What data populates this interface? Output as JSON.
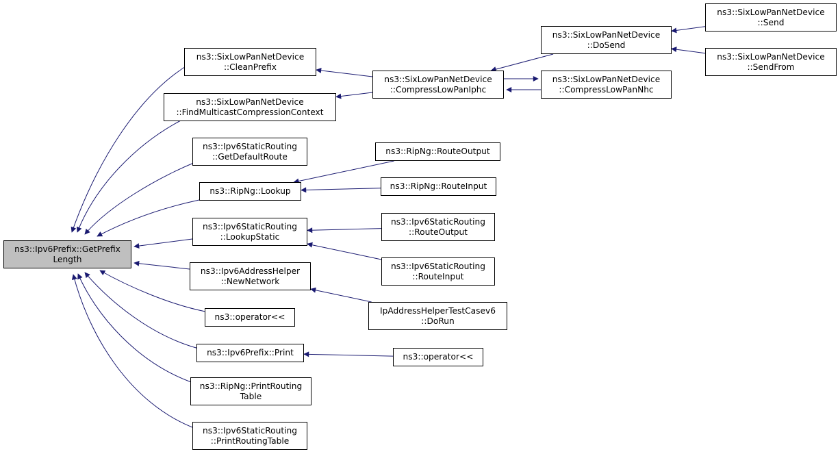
{
  "graph": {
    "root": {
      "id": "root",
      "lines": [
        "ns3::Ipv6Prefix::GetPrefix",
        "Length"
      ]
    },
    "nodes": [
      {
        "id": "cleanprefix",
        "lines": [
          "ns3::SixLowPanNetDevice",
          "::CleanPrefix"
        ]
      },
      {
        "id": "findmulticast",
        "lines": [
          "ns3::SixLowPanNetDevice",
          "::FindMulticastCompressionContext"
        ]
      },
      {
        "id": "getdefaultroute",
        "lines": [
          "ns3::Ipv6StaticRouting",
          "::GetDefaultRoute"
        ]
      },
      {
        "id": "ripnglookup",
        "lines": [
          "ns3::RipNg::Lookup"
        ]
      },
      {
        "id": "lookupstatic",
        "lines": [
          "ns3::Ipv6StaticRouting",
          "::LookupStatic"
        ]
      },
      {
        "id": "newnetwork",
        "lines": [
          "ns3::Ipv6AddressHelper",
          "::NewNetwork"
        ]
      },
      {
        "id": "operator1",
        "lines": [
          "ns3::operator<<"
        ]
      },
      {
        "id": "prefixprint",
        "lines": [
          "ns3::Ipv6Prefix::Print"
        ]
      },
      {
        "id": "ripngprinttable",
        "lines": [
          "ns3::RipNg::PrintRouting",
          "Table"
        ]
      },
      {
        "id": "staticprinttable",
        "lines": [
          "ns3::Ipv6StaticRouting",
          "::PrintRoutingTable"
        ]
      },
      {
        "id": "compressiphc",
        "lines": [
          "ns3::SixLowPanNetDevice",
          "::CompressLowPanIphc"
        ]
      },
      {
        "id": "ripngrouteoutput",
        "lines": [
          "ns3::RipNg::RouteOutput"
        ]
      },
      {
        "id": "ripngrouteinput",
        "lines": [
          "ns3::RipNg::RouteInput"
        ]
      },
      {
        "id": "staticrouteoutput",
        "lines": [
          "ns3::Ipv6StaticRouting",
          "::RouteOutput"
        ]
      },
      {
        "id": "staticrouteinput",
        "lines": [
          "ns3::Ipv6StaticRouting",
          "::RouteInput"
        ]
      },
      {
        "id": "testcase",
        "lines": [
          "IpAddressHelperTestCasev6",
          "::DoRun"
        ]
      },
      {
        "id": "operator2",
        "lines": [
          "ns3::operator<<"
        ]
      },
      {
        "id": "dosend",
        "lines": [
          "ns3::SixLowPanNetDevice",
          "::DoSend"
        ]
      },
      {
        "id": "compressnhc",
        "lines": [
          "ns3::SixLowPanNetDevice",
          "::CompressLowPanNhc"
        ]
      },
      {
        "id": "send",
        "lines": [
          "ns3::SixLowPanNetDevice",
          "::Send"
        ]
      },
      {
        "id": "sendfrom",
        "lines": [
          "ns3::SixLowPanNetDevice",
          "::SendFrom"
        ]
      }
    ],
    "edges": [
      [
        "cleanprefix",
        "root"
      ],
      [
        "findmulticast",
        "root"
      ],
      [
        "getdefaultroute",
        "root"
      ],
      [
        "ripnglookup",
        "root"
      ],
      [
        "lookupstatic",
        "root"
      ],
      [
        "newnetwork",
        "root"
      ],
      [
        "operator1",
        "root"
      ],
      [
        "prefixprint",
        "root"
      ],
      [
        "ripngprinttable",
        "root"
      ],
      [
        "staticprinttable",
        "root"
      ],
      [
        "compressiphc",
        "cleanprefix"
      ],
      [
        "compressiphc",
        "findmulticast"
      ],
      [
        "ripngrouteoutput",
        "ripnglookup"
      ],
      [
        "ripngrouteinput",
        "ripnglookup"
      ],
      [
        "staticrouteoutput",
        "lookupstatic"
      ],
      [
        "staticrouteinput",
        "lookupstatic"
      ],
      [
        "testcase",
        "newnetwork"
      ],
      [
        "operator2",
        "prefixprint"
      ],
      [
        "dosend",
        "compressiphc"
      ],
      [
        "compressnhc",
        "compressiphc"
      ],
      [
        "compressiphc",
        "compressnhc"
      ],
      [
        "send",
        "dosend"
      ],
      [
        "sendfrom",
        "dosend"
      ]
    ],
    "colors": {
      "edge": "#191970",
      "root_fill": "#bfbfbf",
      "node_border": "#000000"
    }
  }
}
